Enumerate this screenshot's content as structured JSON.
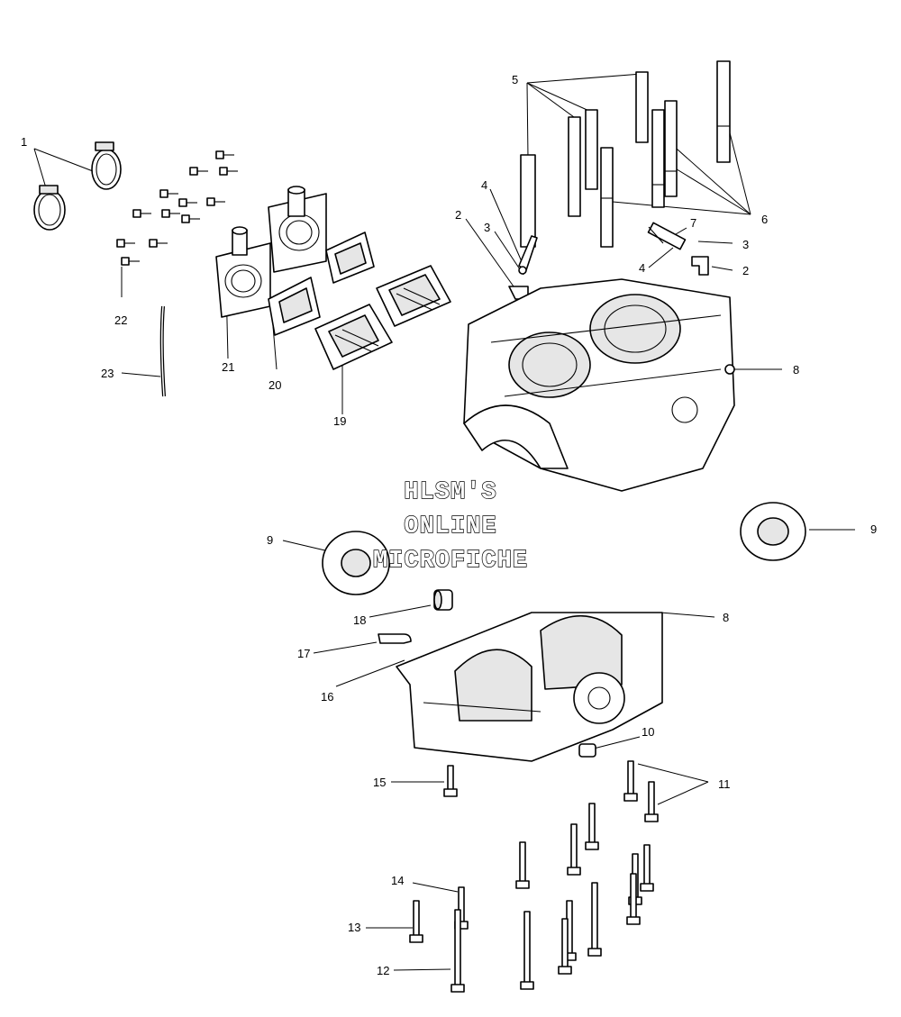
{
  "watermark": {
    "line1": "HLSM'S",
    "line2": "ONLINE",
    "line3": "MICROFICHE"
  },
  "callouts": {
    "c1": "1",
    "c2a": "2",
    "c2b": "2",
    "c3a": "3",
    "c3b": "3",
    "c4a": "4",
    "c4b": "4",
    "c5": "5",
    "c6": "6",
    "c7": "7",
    "c8a": "8",
    "c8b": "8",
    "c9a": "9",
    "c9b": "9",
    "c10": "10",
    "c11": "11",
    "c12": "12",
    "c13": "13",
    "c14": "14",
    "c15": "15",
    "c16": "16",
    "c17": "17",
    "c18": "18",
    "c19": "19",
    "c20": "20",
    "c21": "21",
    "c22": "22",
    "c23": "23"
  }
}
